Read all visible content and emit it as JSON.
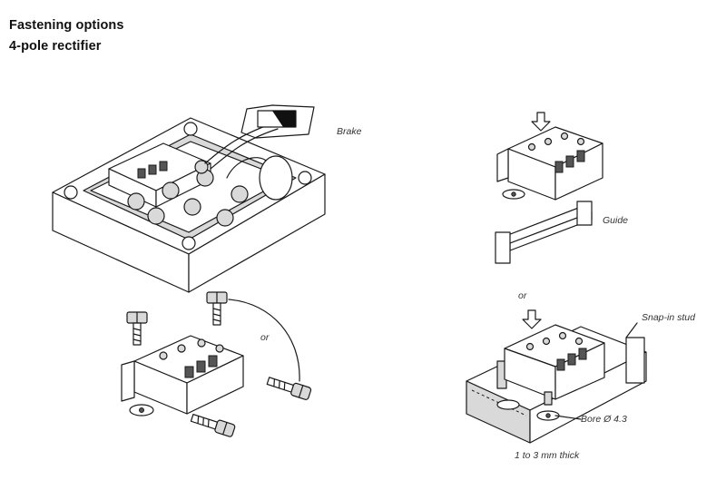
{
  "title": "Fastening options",
  "subtitle": "4-pole rectifier",
  "labels": {
    "brake": "Brake",
    "guide": "Guide",
    "or_top": "or",
    "or_left": "or",
    "snap_in_stud": "Snap-in stud",
    "bore": "Bore Ø 4.3",
    "thickness": "1 to 3 mm thick"
  }
}
